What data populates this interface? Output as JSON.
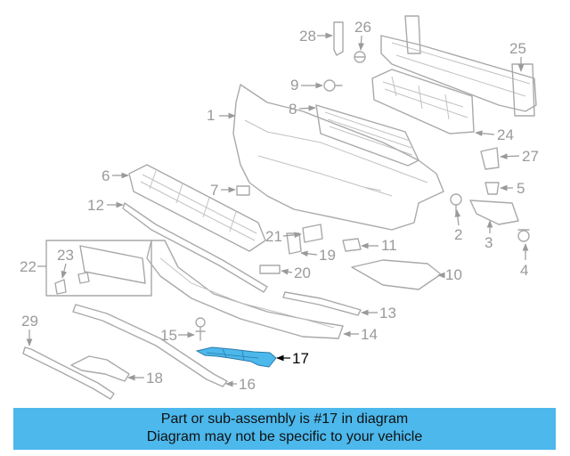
{
  "callouts": [
    "1",
    "2",
    "3",
    "4",
    "5",
    "6",
    "7",
    "8",
    "9",
    "10",
    "11",
    "12",
    "13",
    "14",
    "15",
    "16",
    "17",
    "18",
    "19",
    "20",
    "21",
    "22",
    "23",
    "24",
    "25",
    "26",
    "27",
    "28",
    "29"
  ],
  "highlighted_part": "17",
  "colors": {
    "highlight_fill": "#4cb8ec",
    "part_stroke": "#a9a9a9",
    "callout_text": "#9a9a9a"
  },
  "banner": {
    "line1": "Part or sub-assembly is #17 in diagram",
    "line2": "Diagram may not be specific to your vehicle"
  }
}
